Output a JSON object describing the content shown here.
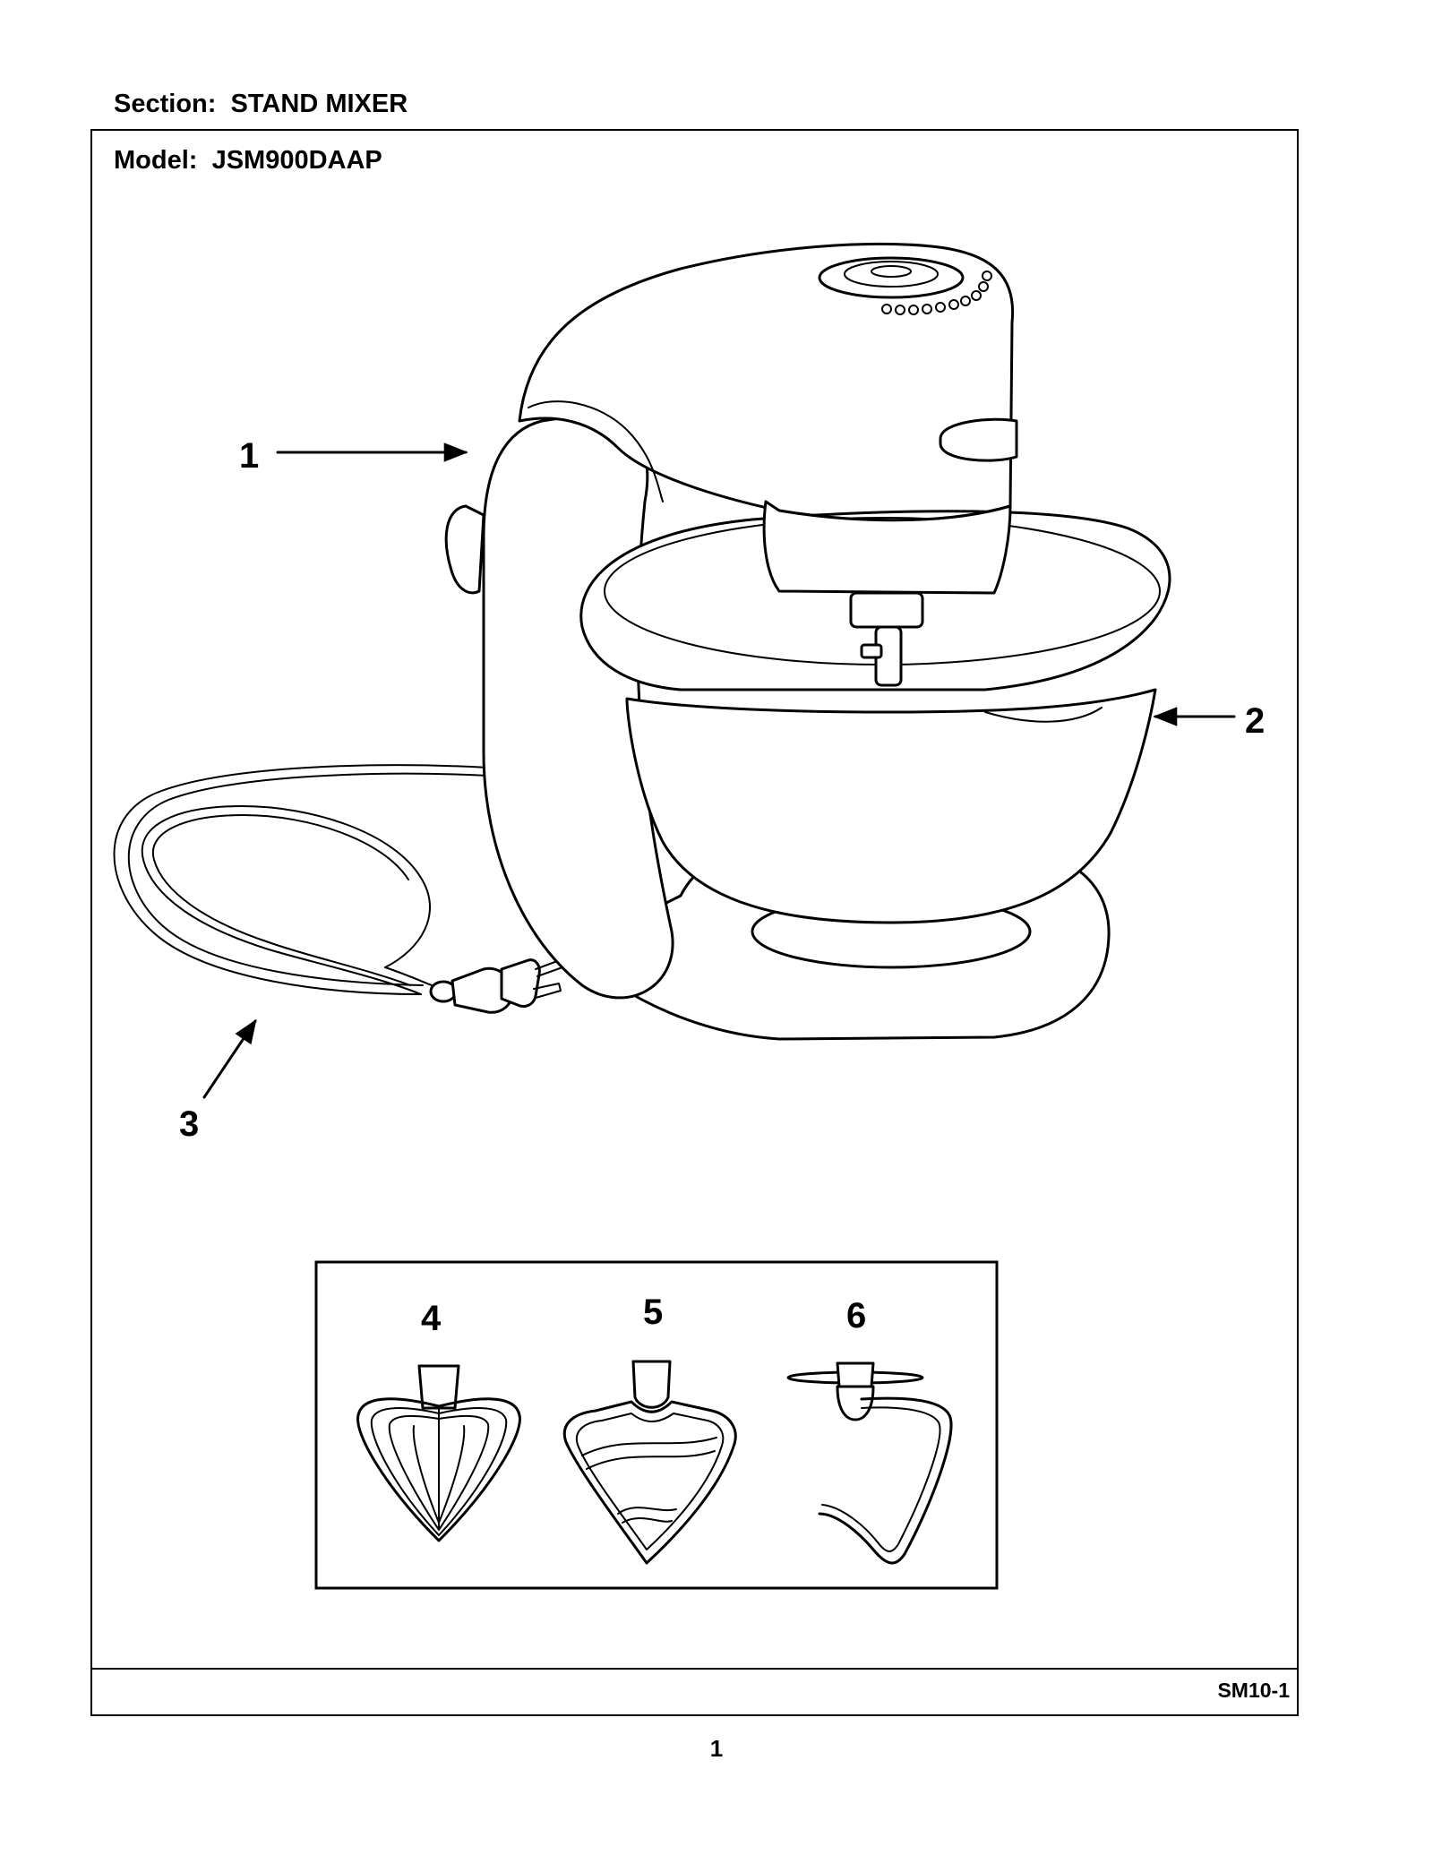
{
  "header": {
    "section_label": "Section:",
    "section_value": "STAND MIXER",
    "model_label": "Model:",
    "model_value": "JSM900DAAP"
  },
  "callouts": {
    "c1": "1",
    "c2": "2",
    "c3": "3",
    "c4": "4",
    "c5": "5",
    "c6": "6"
  },
  "footer": {
    "code": "SM10-1",
    "page_number": "1"
  }
}
